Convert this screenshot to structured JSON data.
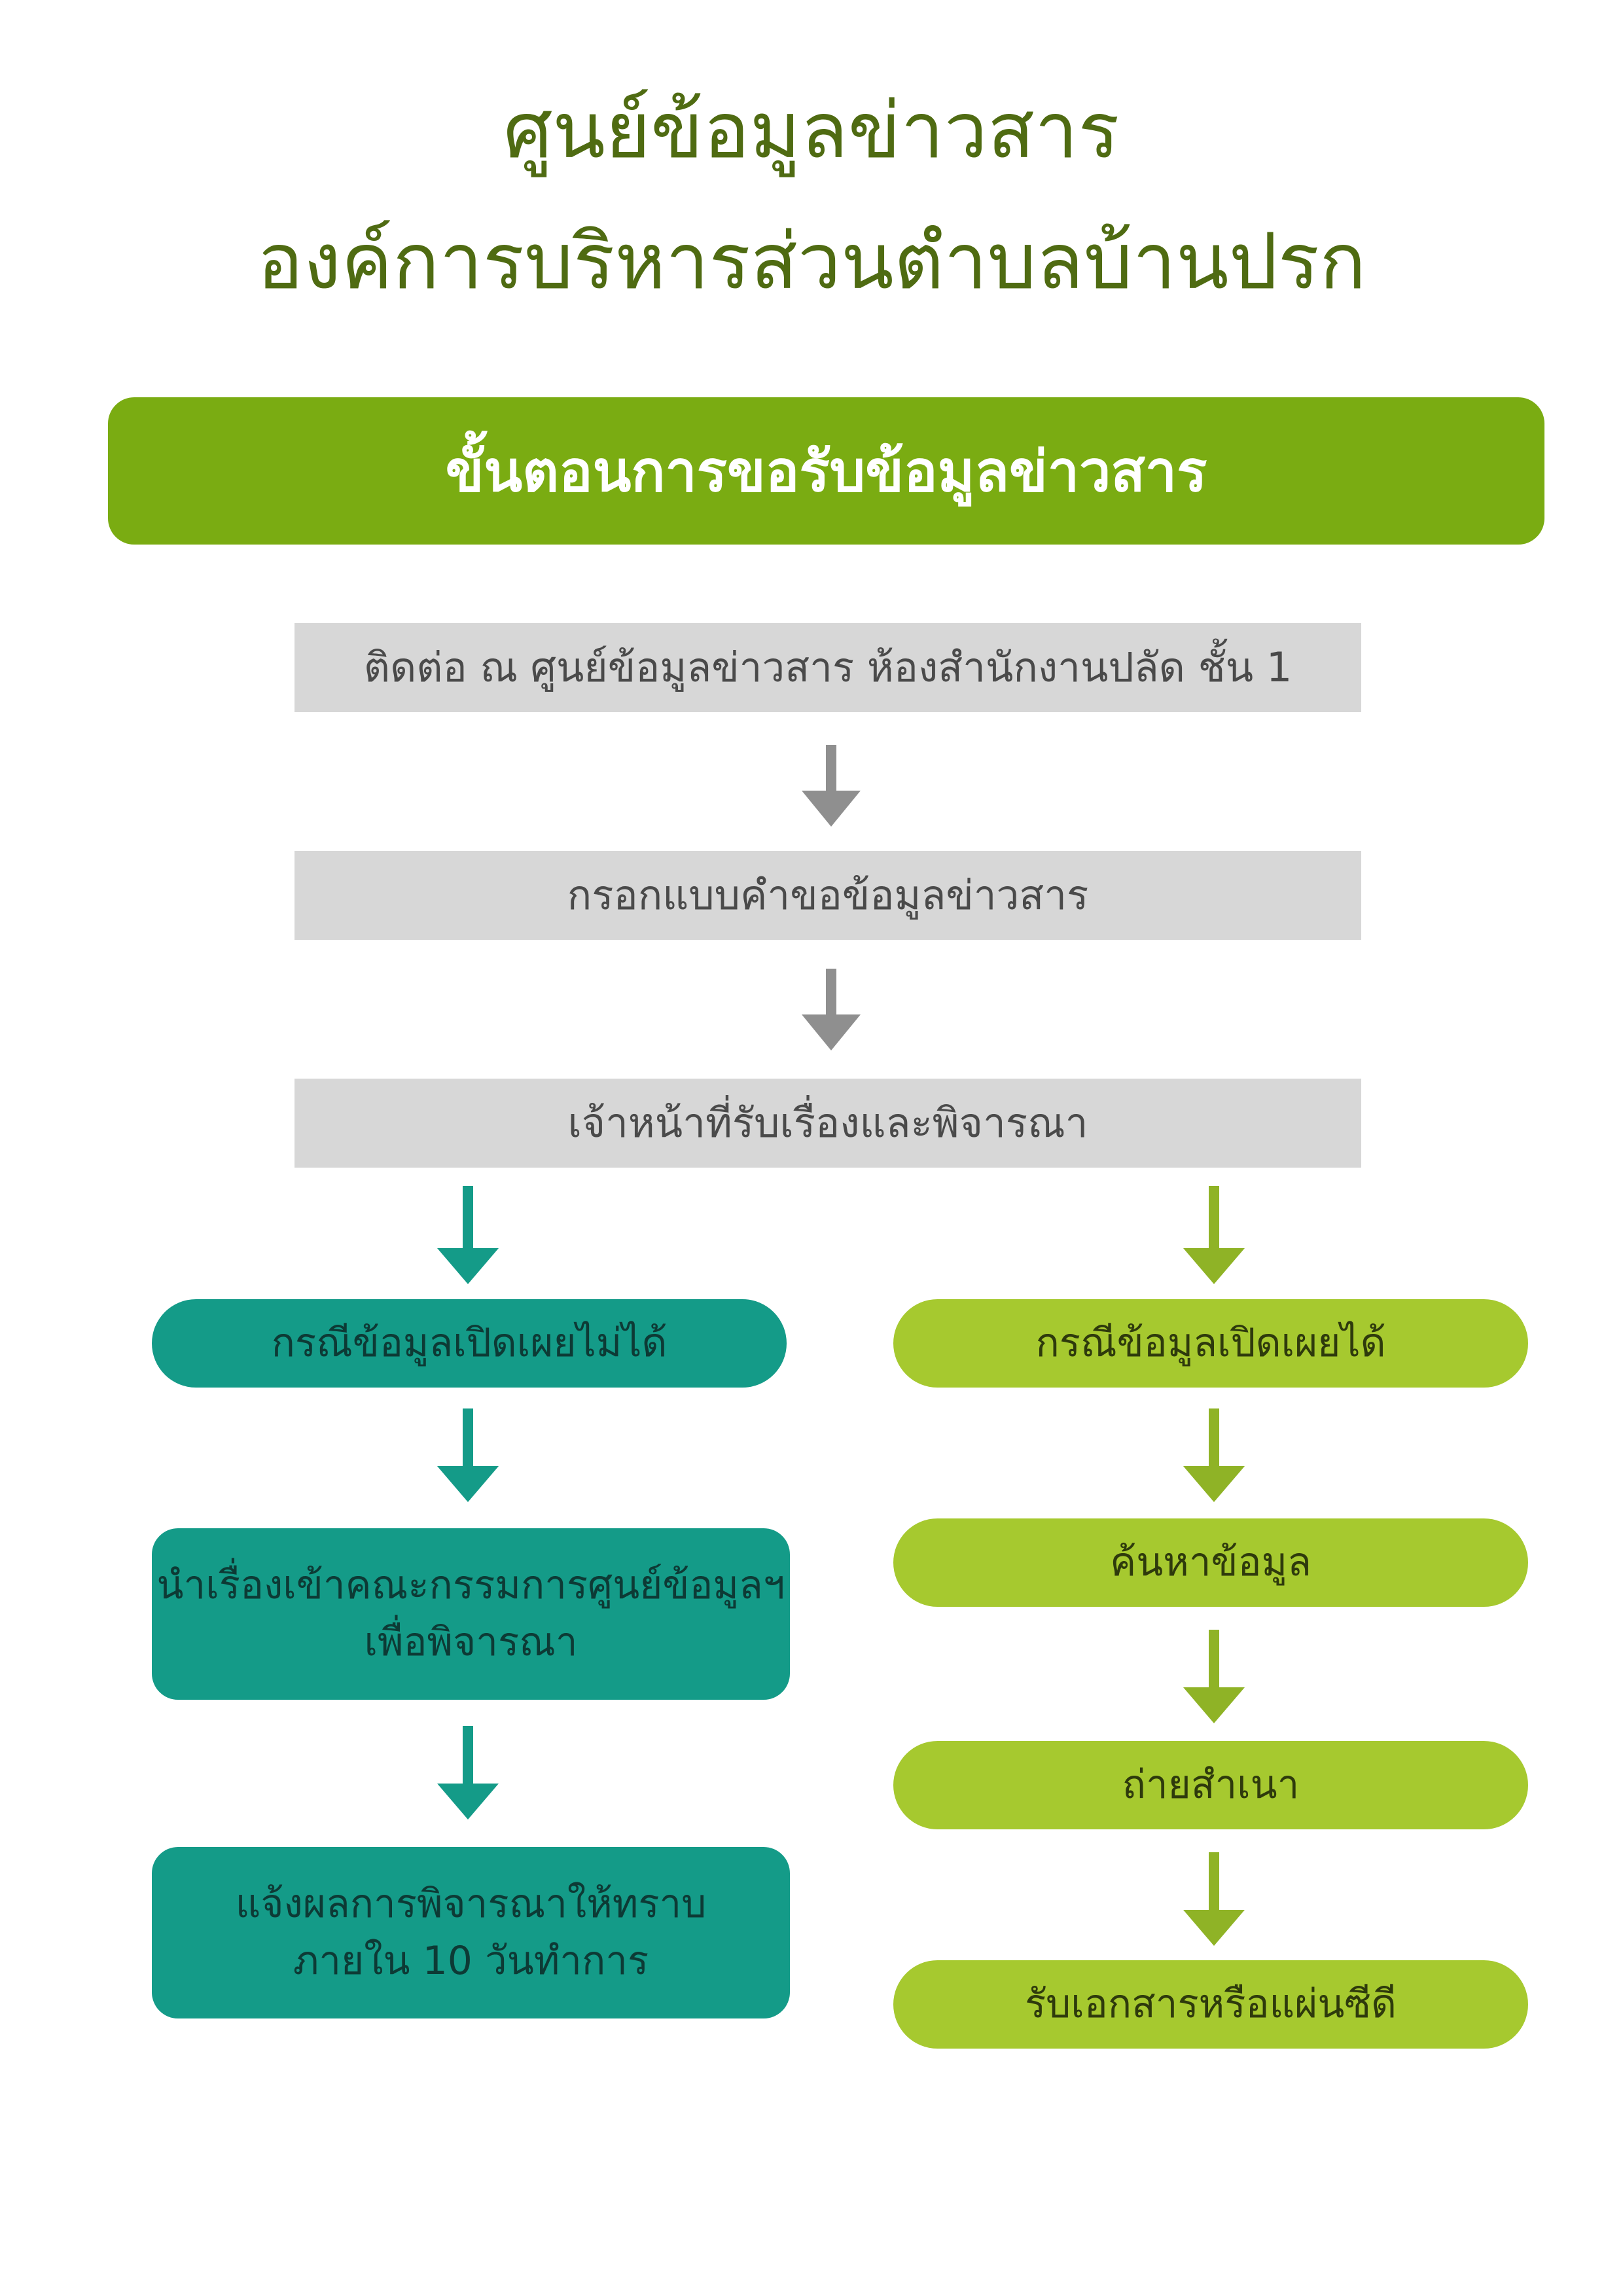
{
  "header": {
    "title_line1": "ศูนย์ข้อมูลข่าวสาร",
    "title_line2": "องค์การบริหารส่วนตำบลบ้านปรก"
  },
  "banner": {
    "label": "ขั้นตอนการขอรับข้อมูลข่าวสาร"
  },
  "steps": [
    "ติดต่อ ณ ศูนย์ข้อมูลข่าวสาร ห้องสำนักงานปลัด ชั้น 1",
    "กรอกแบบคำขอข้อมูลข่าวสาร",
    "เจ้าหน้าที่รับเรื่องและพิจารณา"
  ],
  "left_branch": {
    "case": "กรณีข้อมูลเปิดเผยไม่ได้",
    "step1_line1": "นำเรื่องเข้าคณะกรรมการศูนย์ข้อมูลฯ",
    "step1_line2": "เพื่อพิจารณา",
    "step2_line1": "แจ้งผลการพิจารณาให้ทราบ",
    "step2_line2": "ภายใน 10 วันทำการ"
  },
  "right_branch": {
    "case": "กรณีข้อมูลเปิดเผยได้",
    "steps": [
      "ค้นหาข้อมูล",
      "ถ่ายสำเนา",
      "รับเอกสารหรือแผ่นซีดี"
    ]
  },
  "colors": {
    "title": "#4f6b12",
    "banner": "#7aac12",
    "grey_box": "#d7d7d7",
    "grey_arrow": "#8f8f8f",
    "teal": "#149b88",
    "lime": "#a6c92f",
    "lime_arrow": "#8fb326"
  }
}
